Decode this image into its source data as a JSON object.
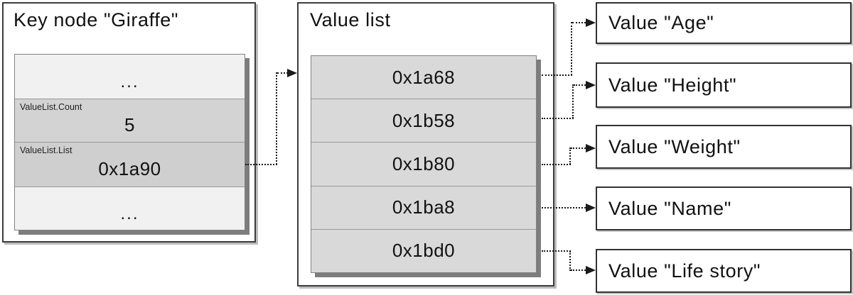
{
  "diagram": {
    "key_node": {
      "title": "Key node \"Giraffe\"",
      "rows": {
        "top_ellipsis": "...",
        "count_label": "ValueList.Count",
        "count_value": "5",
        "list_label": "ValueList.List",
        "list_value": "0x1a90",
        "bottom_ellipsis": "..."
      }
    },
    "value_list": {
      "title": "Value list",
      "entries": [
        "0x1a68",
        "0x1b58",
        "0x1b80",
        "0x1ba8",
        "0x1bd0"
      ]
    },
    "value_nodes": [
      "Value \"Age\"",
      "Value \"Height\"",
      "Value \"Weight\"",
      "Value \"Name\"",
      "Value \"Life story\""
    ],
    "colors": {
      "row_light": "#f1f1f1",
      "row_gray": "#d3d3d3",
      "row_gray_dark": "#cfcfcf",
      "value_list_row": "#d9d9d9",
      "table_shadow": "#7d7d7d",
      "box_border": "#3c3c3c",
      "connector": "#1a1a1a",
      "background": "#ffffff"
    }
  }
}
